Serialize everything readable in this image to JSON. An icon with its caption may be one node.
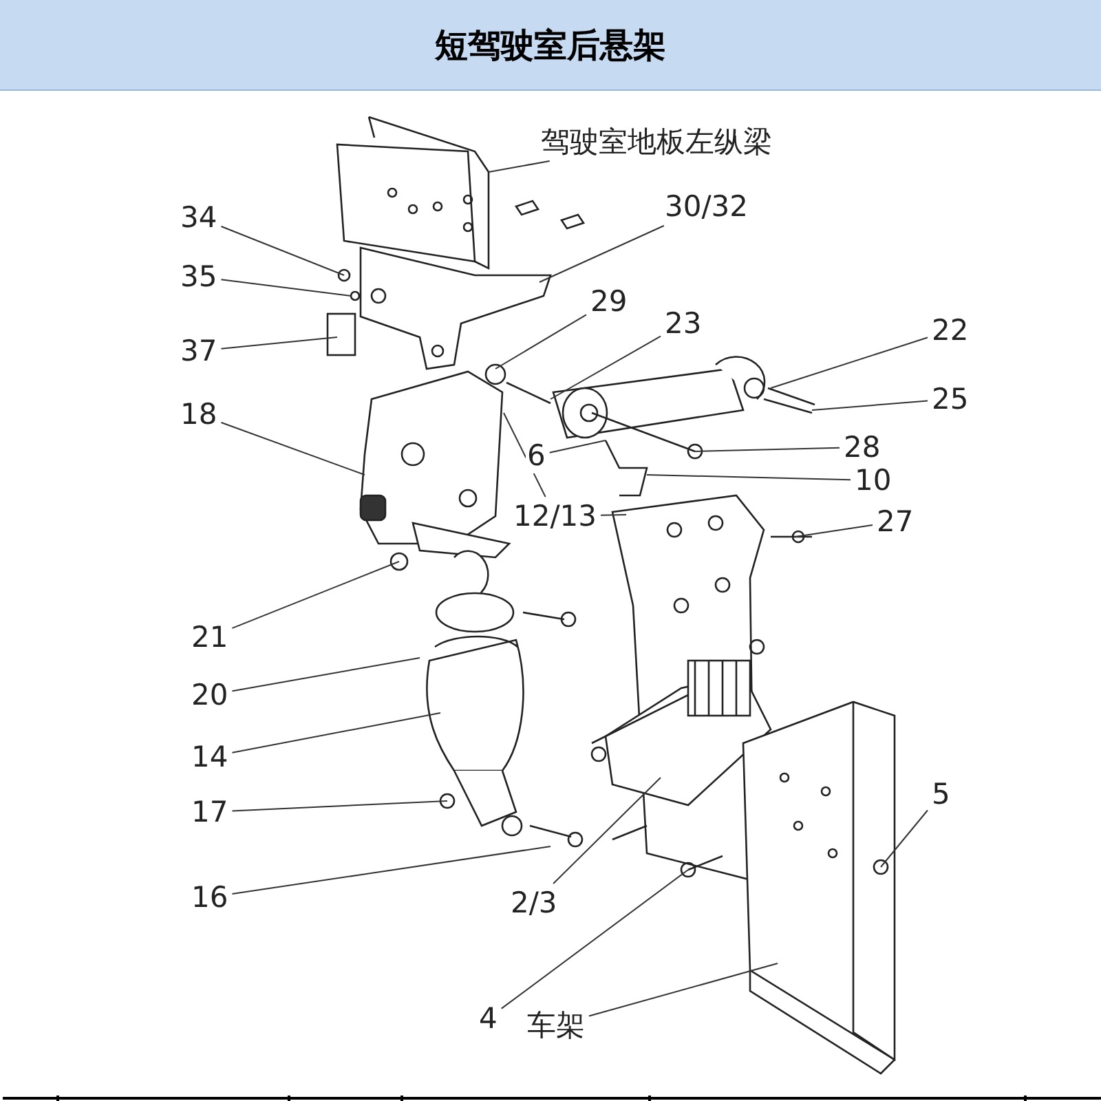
{
  "diagram": {
    "title": "短驾驶室后悬架",
    "nodes": [
      {
        "text": [
          "驾驶室地板左纵梁"
        ]
      },
      {
        "text": [
          "30/32"
        ]
      },
      {
        "text": [
          "34"
        ]
      },
      {
        "text": [
          "35"
        ]
      },
      {
        "text": [
          "37"
        ]
      },
      {
        "text": [
          "29"
        ]
      },
      {
        "text": [
          "23"
        ]
      },
      {
        "text": [
          "22"
        ]
      },
      {
        "text": [
          "25"
        ]
      },
      {
        "text": [
          "18"
        ]
      },
      {
        "text": [
          "6"
        ]
      },
      {
        "text": [
          "28"
        ]
      },
      {
        "text": [
          "10"
        ]
      },
      {
        "text": [
          "12/13"
        ]
      },
      {
        "text": [
          "27"
        ]
      },
      {
        "text": [
          "21"
        ]
      },
      {
        "text": [
          "20"
        ]
      },
      {
        "text": [
          "14"
        ]
      },
      {
        "text": [
          "17"
        ]
      },
      {
        "text": [
          "16"
        ]
      },
      {
        "text": [
          "2/3"
        ]
      },
      {
        "text": [
          "5"
        ]
      },
      {
        "text": [
          "4"
        ]
      },
      {
        "text": [
          "车架"
        ]
      }
    ],
    "edges": [
      {
        "from": 0,
        "to": null,
        "arrow": "none"
      },
      {
        "from": 1,
        "to": null,
        "arrow": "none"
      },
      {
        "from": 2,
        "to": null,
        "arrow": "none"
      },
      {
        "from": 3,
        "to": null,
        "arrow": "none"
      },
      {
        "from": 4,
        "to": null,
        "arrow": "none"
      },
      {
        "from": 5,
        "to": null,
        "arrow": "none"
      },
      {
        "from": 6,
        "to": null,
        "arrow": "none"
      },
      {
        "from": 7,
        "to": null,
        "arrow": "none"
      },
      {
        "from": 8,
        "to": null,
        "arrow": "none"
      },
      {
        "from": 9,
        "to": null,
        "arrow": "none"
      },
      {
        "from": 10,
        "to": null,
        "arrow": "none"
      },
      {
        "from": 11,
        "to": null,
        "arrow": "none"
      },
      {
        "from": 12,
        "to": null,
        "arrow": "none"
      },
      {
        "from": 13,
        "to": null,
        "arrow": "none"
      },
      {
        "from": 13,
        "to": null,
        "arrow": "none"
      },
      {
        "from": 14,
        "to": null,
        "arrow": "none"
      },
      {
        "from": 15,
        "to": null,
        "arrow": "none"
      },
      {
        "from": 16,
        "to": null,
        "arrow": "none"
      },
      {
        "from": 17,
        "to": null,
        "arrow": "none"
      },
      {
        "from": 18,
        "to": null,
        "arrow": "none"
      },
      {
        "from": 19,
        "to": null,
        "arrow": "none"
      },
      {
        "from": 20,
        "to": null,
        "arrow": "none"
      },
      {
        "from": 21,
        "to": null,
        "arrow": "none"
      },
      {
        "from": 22,
        "to": null,
        "arrow": "none"
      },
      {
        "from": 23,
        "to": null,
        "arrow": "none"
      }
    ]
  }
}
